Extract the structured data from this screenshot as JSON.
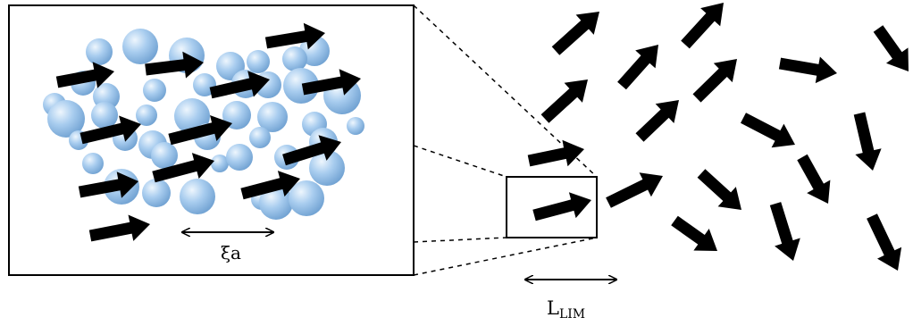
{
  "labels": {
    "xi": "ξa",
    "l_main": "L",
    "l_sub": "LIM"
  },
  "colors": {
    "arrow": "#000000",
    "sphere_light": "#ddeefa",
    "sphere_mid": "#a9cdef",
    "sphere_dark": "#6d9fd0",
    "frame": "#000000"
  },
  "icons": {
    "arrow": "arrow-icon",
    "scale_bar": "double-arrow-icon"
  }
}
